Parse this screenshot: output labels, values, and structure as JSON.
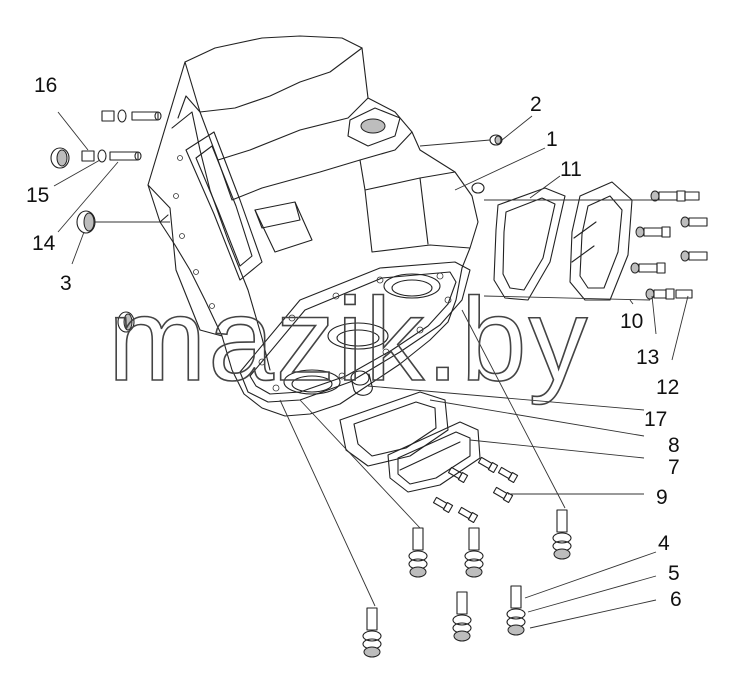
{
  "watermark": "mazik.by",
  "part_labels": [
    {
      "id": "16",
      "text": "16"
    },
    {
      "id": "15",
      "text": "15"
    },
    {
      "id": "14",
      "text": "14"
    },
    {
      "id": "3",
      "text": "3"
    },
    {
      "id": "2",
      "text": "2"
    },
    {
      "id": "1",
      "text": "1"
    },
    {
      "id": "11",
      "text": "11"
    },
    {
      "id": "10",
      "text": "10"
    },
    {
      "id": "13",
      "text": "13"
    },
    {
      "id": "12",
      "text": "12"
    },
    {
      "id": "17",
      "text": "17"
    },
    {
      "id": "8",
      "text": "8"
    },
    {
      "id": "7",
      "text": "7"
    },
    {
      "id": "9",
      "text": "9"
    },
    {
      "id": "4",
      "text": "4"
    },
    {
      "id": "5",
      "text": "5"
    },
    {
      "id": "6",
      "text": "6"
    }
  ],
  "colors": {
    "line": "#222222",
    "shade": "#bdbdbd",
    "background": "#ffffff"
  }
}
